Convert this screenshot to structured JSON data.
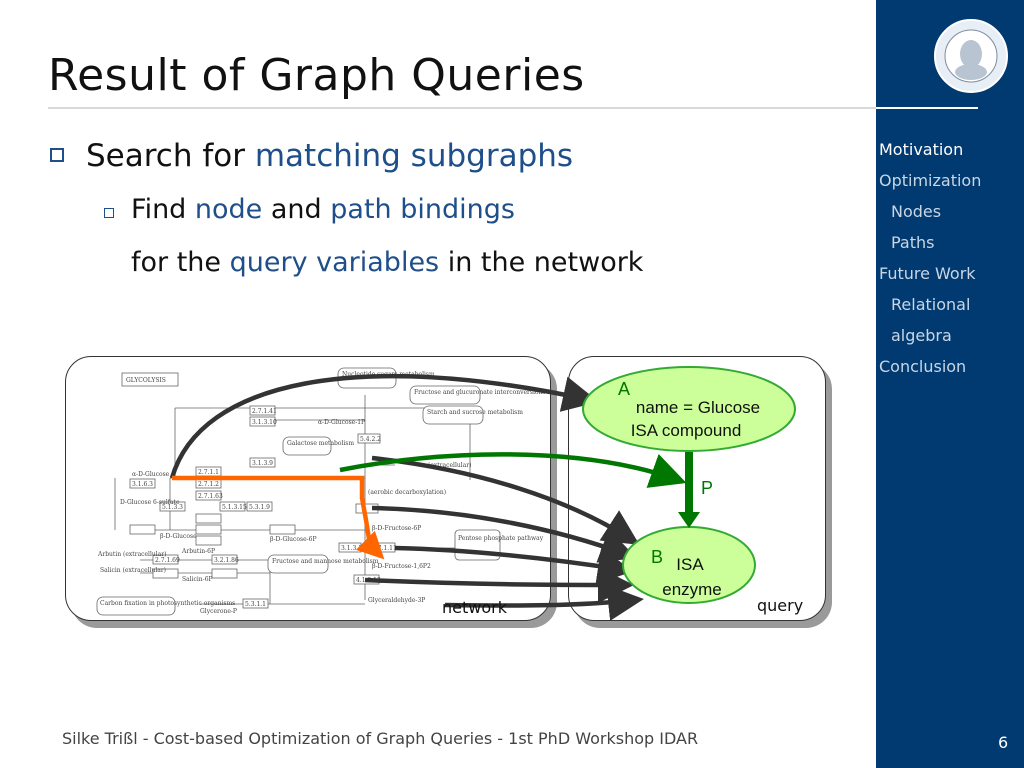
{
  "slide": {
    "title": "Result of Graph Queries",
    "bullet1": {
      "prefix": "Search for ",
      "highlight": "matching subgraphs"
    },
    "bullet2": {
      "p1": "Find ",
      "h1": "node",
      "p2": " and ",
      "h2": "path bindings"
    },
    "bullet2_cont": {
      "p1": "for the ",
      "h1": "query variables",
      "p2": " in the network"
    },
    "network_label": "network",
    "query_label": "query",
    "footer": "Silke Trißl - Cost-based Optimization of Graph Queries - 1st PhD Workshop IDAR",
    "page_number": "6"
  },
  "nav": {
    "items": [
      "Motivation",
      "Optimization",
      "Nodes",
      "Paths",
      "Future Work",
      "Relational",
      "algebra",
      "Conclusion"
    ]
  },
  "query": {
    "node_a": {
      "id": "A",
      "line1": "name = Glucose",
      "line2": "ISA compound"
    },
    "node_b": {
      "id": "B",
      "line1": "ISA",
      "line2": "enzyme"
    },
    "edge_label": "P"
  },
  "network": {
    "pathway_title": "GLYCOLYSIS",
    "labels": [
      "Nucleotide sugars metabolism",
      "Fructose and glucuronate interconversions",
      "Starch and sucrose metabolism",
      "Galactose metabolism",
      "α-D-Glucose",
      "α-D-Glucose-1P",
      "D-Glucose 6-sulfate",
      "β-D-Glucose",
      "β-D-Glucose-6P",
      "β-D-Fructose-6P",
      "β-D-Fructose-1,6P2",
      "Arbutin (extracellular)",
      "Salicin (extracellular)",
      "Arbutin-6P",
      "Salicin-6P",
      "Fructose and mannose metabolism",
      "Pentose phosphate pathway",
      "Carbon fixation in photosynthetic organisms",
      "Glycerone-P",
      "Glyceraldehyde-3P",
      "(aerobic decarboxylation)",
      "(extracellular)"
    ],
    "enzymes": [
      "2.7.1.41",
      "3.1.3.10",
      "5.4.2.2",
      "3.1.3.9",
      "2.7.1.1",
      "2.7.1.2",
      "2.7.1.63",
      "3.1.6.3",
      "5.1.3.3",
      "5.1.3.15",
      "5.3.1.9",
      "3.1.3.11",
      "2.7.1.11",
      "4.1.2.13",
      "5.3.1.1",
      "2.7.1.69",
      "3.2.1.86"
    ]
  },
  "colors": {
    "sidebar": "#003a70",
    "accent": "#1f4f8a",
    "node_fill": "#ccff99",
    "node_border": "#33aa33",
    "query_edge": "#007700",
    "highlight_path": "#ff6600",
    "arrows": "#333333"
  },
  "icons": {
    "logo": "university-seal-icon",
    "bullet": "square-bullet-icon"
  }
}
